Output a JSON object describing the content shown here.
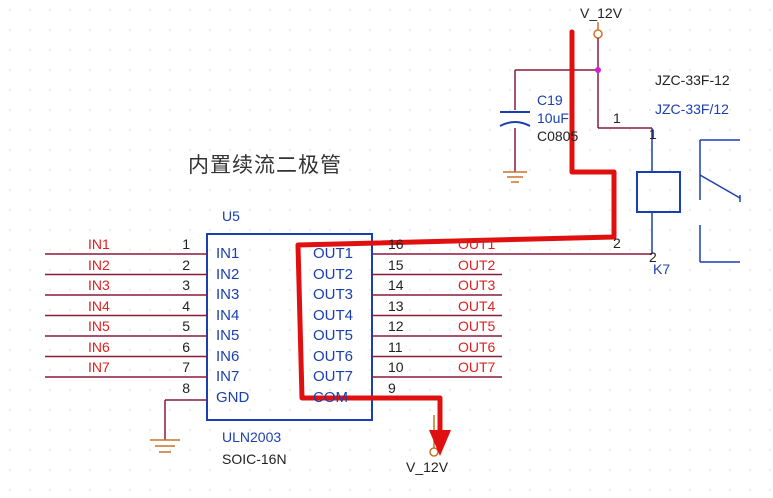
{
  "colors": {
    "wire": "#8b1a3a",
    "ic_body": "#1a3fb0",
    "label_blue": "#1a3fb0",
    "net_red": "#e02020",
    "annotation": "#e01010",
    "ground": "#c9732a",
    "junction": "#d020d0"
  },
  "annotation_note": "内置续流二极管",
  "power": {
    "top_label": "V_12V",
    "bottom_label": "V_12V"
  },
  "capacitor": {
    "ref": "C19",
    "value": "10uF",
    "package": "C0805"
  },
  "relay": {
    "part_line1": "JZC-33F-12",
    "part_line2": "JZC-33F/12",
    "ref": "K7",
    "pin1": "1",
    "pin1_right": "1",
    "pin2": "2",
    "pin2_right": "2"
  },
  "ic": {
    "ref": "U5",
    "part": "ULN2003",
    "package": "SOIC-16N",
    "left_pins": [
      {
        "num": "1",
        "name": "IN1",
        "net": "IN1"
      },
      {
        "num": "2",
        "name": "IN2",
        "net": "IN2"
      },
      {
        "num": "3",
        "name": "IN3",
        "net": "IN3"
      },
      {
        "num": "4",
        "name": "IN4",
        "net": "IN4"
      },
      {
        "num": "5",
        "name": "IN5",
        "net": "IN5"
      },
      {
        "num": "6",
        "name": "IN6",
        "net": "IN6"
      },
      {
        "num": "7",
        "name": "IN7",
        "net": "IN7"
      },
      {
        "num": "8",
        "name": "GND",
        "net": ""
      }
    ],
    "right_pins": [
      {
        "num": "16",
        "name": "OUT1",
        "net": "OUT1"
      },
      {
        "num": "15",
        "name": "OUT2",
        "net": "OUT2"
      },
      {
        "num": "14",
        "name": "OUT3",
        "net": "OUT3"
      },
      {
        "num": "13",
        "name": "OUT4",
        "net": "OUT4"
      },
      {
        "num": "12",
        "name": "OUT5",
        "net": "OUT5"
      },
      {
        "num": "11",
        "name": "OUT6",
        "net": "OUT6"
      },
      {
        "num": "10",
        "name": "OUT7",
        "net": "OUT7"
      },
      {
        "num": "9",
        "name": "COM",
        "net": ""
      }
    ]
  }
}
